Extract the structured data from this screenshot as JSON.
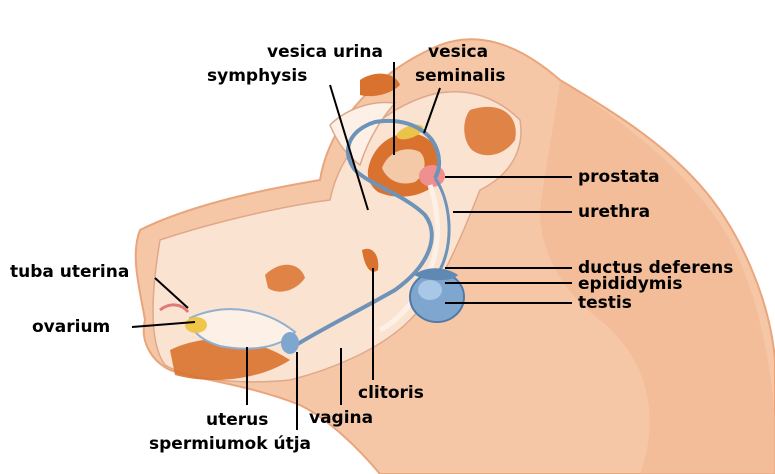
{
  "colors": {
    "skin": "#f6c7a6",
    "skin_dark": "#e9a57c",
    "tissue": "#fbe3d2",
    "organ": "#d9722e",
    "organ_light": "#f3c9a8",
    "duct_blue": "#6d93b8",
    "testis_blue": "#7ea6cf",
    "gland_pink": "#ef8f8f",
    "seminal_yellow": "#e9c34a",
    "ovary_yellow": "#f0c64a",
    "line": "#000000"
  },
  "labels": {
    "vesica_urina": "vesica urina",
    "vesica_seminalis_1": "vesica",
    "vesica_seminalis_2": "seminalis",
    "symphysis": "symphysis",
    "prostata": "prostata",
    "urethra": "urethra",
    "ductus_deferens": "ductus deferens",
    "epididymis": "epididymis",
    "testis": "testis",
    "tuba_uterina": "tuba uterina",
    "ovarium": "ovarium",
    "uterus": "uterus",
    "vagina": "vagina",
    "clitoris": "clitoris",
    "spermiumok_utja": "spermiumok útja"
  }
}
